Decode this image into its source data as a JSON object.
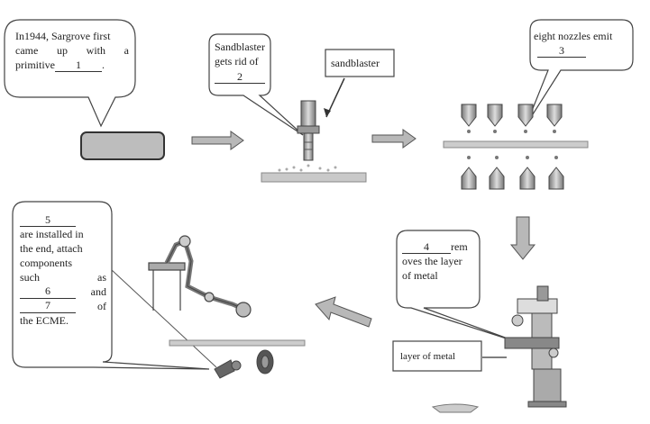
{
  "diagram": {
    "bubble1": {
      "line1": "In1944, Sargrove first",
      "line2": "came up with a",
      "line3_prefix": "primitive",
      "blank": "1",
      "line3_suffix": "."
    },
    "bubble2": {
      "line1": "Sandblaster",
      "line2": "gets rid of",
      "blank": "2"
    },
    "label_sandblaster": "sandblaster",
    "bubble3": {
      "line1": "eight nozzles emit",
      "blank": "3"
    },
    "bubble4": {
      "blank": "4",
      "line1_suffix": "rem",
      "line2": "oves the layer",
      "line3": "of metal"
    },
    "label_layer": "layer of metal",
    "bubble5": {
      "blank5": "5",
      "line1": "are installed in",
      "line2": "the end, attach",
      "line3": "components",
      "line4a": "such",
      "line4b": "as",
      "blank6": "6",
      "line5b": "and",
      "blank7": "7",
      "line6b": "of",
      "line7": "the ECME."
    },
    "colors": {
      "stroke": "#555555",
      "arrow_fill": "#b8b8b8",
      "box_fill": "#bcbcbc"
    }
  }
}
